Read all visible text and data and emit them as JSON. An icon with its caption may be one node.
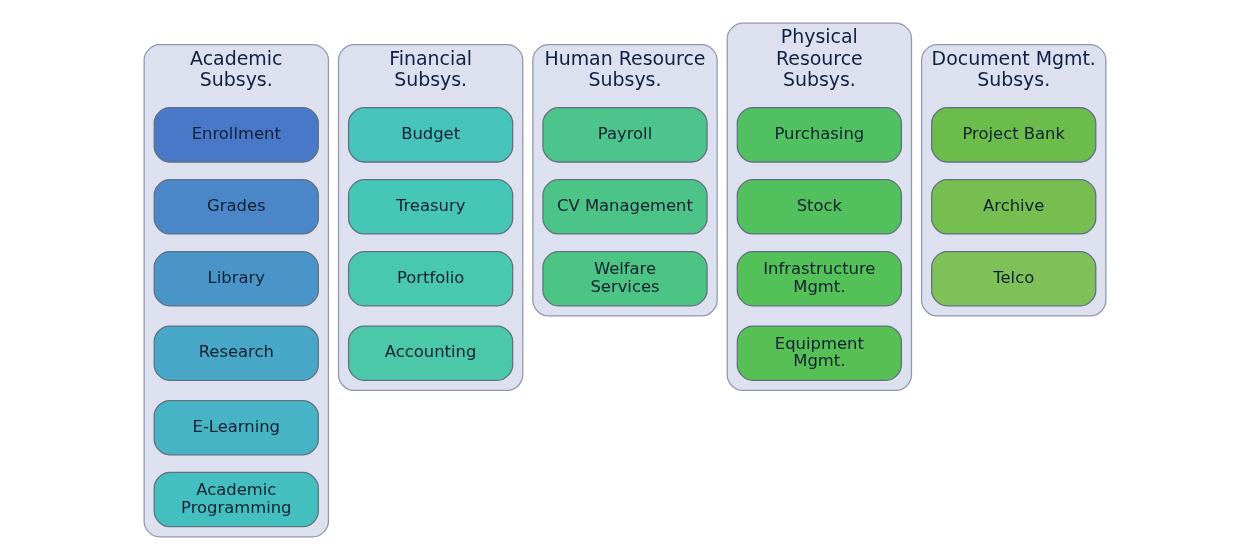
{
  "diagram": {
    "nodes": [
      {
        "text": [
          "Academic Subsys."
        ]
      },
      {
        "text": [
          "Enrollment"
        ],
        "in": 0
      },
      {
        "text": [
          "Grades"
        ],
        "in": 0
      },
      {
        "text": [
          "Library"
        ],
        "in": 0
      },
      {
        "text": [
          "Research"
        ],
        "in": 0
      },
      {
        "text": [
          "E-Learning"
        ],
        "in": 0
      },
      {
        "text": [
          "Academic Programming"
        ],
        "in": 0
      },
      {
        "text": [
          "Financial Subsys."
        ]
      },
      {
        "text": [
          "Budget"
        ],
        "in": 7
      },
      {
        "text": [
          "Treasury"
        ],
        "in": 7
      },
      {
        "text": [
          "Portfolio"
        ],
        "in": 7
      },
      {
        "text": [
          "Accounting"
        ],
        "in": 7
      },
      {
        "text": [
          "Human Resource Subsys."
        ]
      },
      {
        "text": [
          "Payroll"
        ],
        "in": 12
      },
      {
        "text": [
          "CV Management"
        ],
        "in": 12
      },
      {
        "text": [
          "Welfare Services"
        ],
        "in": 12
      },
      {
        "text": [
          "Physical Resource Subsys."
        ]
      },
      {
        "text": [
          "Purchasing"
        ],
        "in": 16
      },
      {
        "text": [
          "Stock"
        ],
        "in": 16
      },
      {
        "text": [
          "Infrastructure Mgmt."
        ],
        "in": 16
      },
      {
        "text": [
          "Equipment Mgmt."
        ],
        "in": 16
      },
      {
        "text": [
          "Document Mgmt. Subsys."
        ]
      },
      {
        "text": [
          "Project Bank"
        ],
        "in": 21
      },
      {
        "text": [
          "Archive"
        ],
        "in": 21
      },
      {
        "text": [
          "Telco"
        ],
        "in": 21
      }
    ]
  }
}
